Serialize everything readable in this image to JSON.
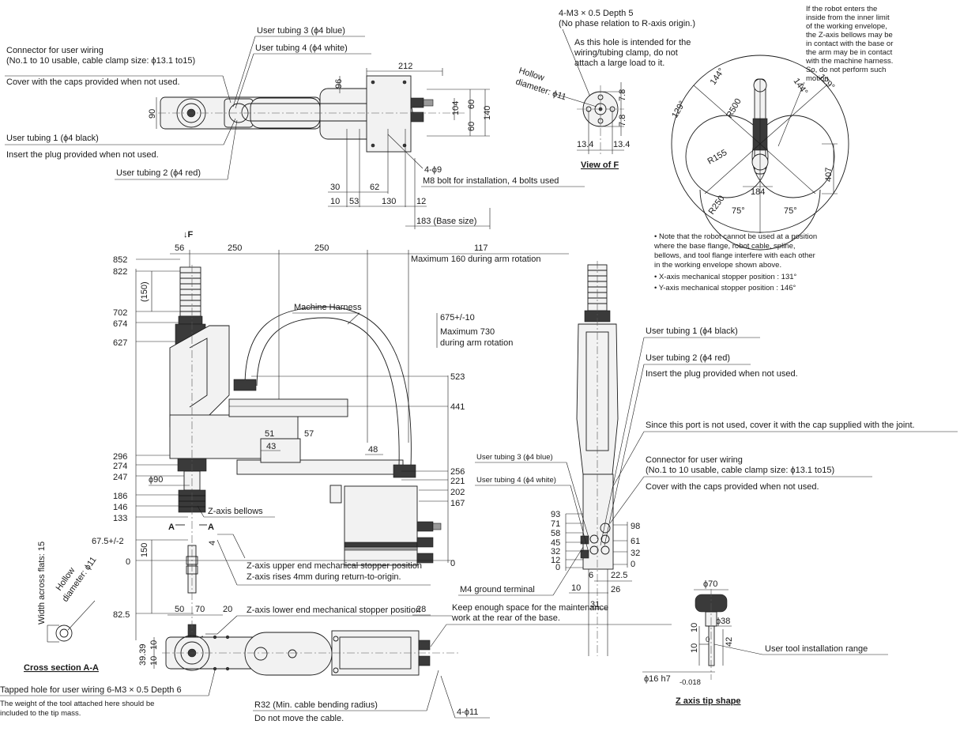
{
  "top_view": {
    "user_tubing_3": "User tubing 3 (ϕ4 blue)",
    "user_tubing_4": "User tubing 4 (ϕ4 white)",
    "connector_line1": "Connector for user wiring",
    "connector_line2": "(No.1 to 10 usable, cable clamp size: ϕ13.1 to15)",
    "cover_caps": "Cover with the caps provided when not used.",
    "user_tubing_1": "User tubing 1 (ϕ4 black)",
    "insert_plug": "Insert the plug provided when not used.",
    "user_tubing_2": "User tubing 2 (ϕ4 red)",
    "dims": {
      "d212": "212",
      "d96": "96",
      "d90": "90",
      "d104": "104",
      "d60a": "60",
      "d60b": "60",
      "d140": "140",
      "d30": "30",
      "d62": "62",
      "d10": "10",
      "d53": "53",
      "d130": "130",
      "d12": "12",
      "d183": "183 (Base size)"
    },
    "holes_line1": "4-ϕ9",
    "holes_line2": "M8 bolt for installation, 4 bolts used"
  },
  "view_f": {
    "thread_line1": "4-M3 × 0.5  Depth 5",
    "thread_line2": "(No phase relation to R-axis origin.)",
    "note_line1": "As this hole is intended for the",
    "note_line2": "wiring/tubing clamp, do not",
    "note_line3": "attach a large load to it.",
    "hollow_line1": "Hollow",
    "hollow_line2": "diameter: ϕ11",
    "dims": {
      "d78a": "7.8",
      "d78b": "7.8",
      "d134a": "13.4",
      "d134b": "13.4"
    },
    "title": "View of F"
  },
  "envelope": {
    "warning_lines": [
      "If the robot enters the",
      "inside from the inner limit",
      "of the working envelope,",
      "the Z-axis bellows may be",
      "in contact with the base or",
      "the arm may be in contact",
      "with the machine harness.",
      "So, do not perform such",
      "motion."
    ],
    "angles": {
      "a129l": "129°",
      "a144l": "144°",
      "a144r": "144°",
      "a129r": "129°",
      "a75l": "75°",
      "a75r": "75°"
    },
    "dims": {
      "r500": "R500",
      "r155": "R155",
      "r250": "R250",
      "d184": "184",
      "d407": "407"
    },
    "notes": [
      "• Note that the robot cannot be used at a position",
      "   where the base flange, robot cable, spline,",
      "   bellows, and tool flange interfere with each other",
      "   in the working envelope shown above.",
      "• X-axis mechanical stopper position : 131°",
      "• Y-axis mechanical stopper position : 146°"
    ]
  },
  "side_view": {
    "f_marker": "↓F",
    "top_dims": {
      "d56": "56",
      "d250a": "250",
      "d250b": "250",
      "d117": "117"
    },
    "max160": "Maximum 160 during arm rotation",
    "harness": "Machine Harness",
    "d675": "675+/-10",
    "max730_line1": "Maximum 730",
    "max730_line2": "during arm rotation",
    "left_dims": [
      "852",
      "822",
      "702",
      "674",
      "627",
      "296",
      "274",
      "247",
      "186",
      "146",
      "133",
      "67.5+/-2",
      "0",
      "82.5"
    ],
    "d150a": "(150)",
    "d150b": "150",
    "right_dims": [
      "523",
      "441",
      "256",
      "221",
      "202",
      "167",
      "0"
    ],
    "mid_dims": {
      "d51": "51",
      "d57": "57",
      "d43": "43",
      "d48": "48",
      "d90": "ϕ90",
      "d4a": "4",
      "d4b": "4"
    },
    "bellows": "Z-axis bellows",
    "section_marks": {
      "a1": "A",
      "a2": "A"
    },
    "upper_stop_line1": "Z-axis upper end mechanical stopper position",
    "upper_stop_line2": "Z-axis rises 4mm during return-to-origin.",
    "lower_stop": "Z-axis lower end mechanical stopper position",
    "ground": "M4 ground terminal"
  },
  "right_view": {
    "user_tubing_1": "User tubing 1 (ϕ4 black)",
    "user_tubing_2": "User tubing 2 (ϕ4 red)",
    "insert_plug": "Insert the plug provided when not used.",
    "port_note": "Since this port is not used, cover it with the cap supplied with the joint.",
    "user_tubing_3": "User tubing 3 (ϕ4 blue)",
    "user_tubing_4": "User tubing 4 (ϕ4 white)",
    "connector_line1": "Connector for user wiring",
    "connector_line2": "(No.1 to 10 usable, cable clamp size: ϕ13.1 to15)",
    "cover_caps": "Cover with the caps provided when not used.",
    "left_dims": [
      "93",
      "71",
      "58",
      "45",
      "32",
      "12",
      "0"
    ],
    "right_dims": [
      "98",
      "61",
      "32",
      "0"
    ],
    "bottom_dims": {
      "d6": "6",
      "d225": "22.5",
      "d10": "10",
      "d26": "26",
      "d31": "31"
    }
  },
  "cross_section": {
    "width_flats": "Width across flats: 15",
    "hollow_line1": "Hollow",
    "hollow_line2": "diameter: ϕ11",
    "title": "Cross section A-A"
  },
  "bottom_view": {
    "dims": {
      "d50": "50",
      "d70": "70",
      "d20": "20",
      "d28": "28",
      "d3939": "39.39",
      "d10a": "10",
      "d10b": "10"
    },
    "maintenance_line1": "Keep enough space for the maintenance",
    "maintenance_line2": "work at the rear of the base.",
    "tapped_line1": "Tapped hole for user wiring 6-M3 × 0.5 Depth 6",
    "tapped_line2": "The weight of the tool attached here should be",
    "tapped_line3": "included to the tip mass.",
    "r32": "R32 (Min. cable bending radius)",
    "no_move": "Do not move the cable.",
    "holes11": "4-ϕ11"
  },
  "z_tip": {
    "d70": "ϕ70",
    "d38": "ϕ38",
    "d10a": "10",
    "d10b": "10",
    "d0": "0",
    "d42": "42",
    "shaft": "ϕ16 h7",
    "shaft_tol": "-0.018",
    "install": "User tool installation range",
    "title": "Z axis tip shape"
  }
}
